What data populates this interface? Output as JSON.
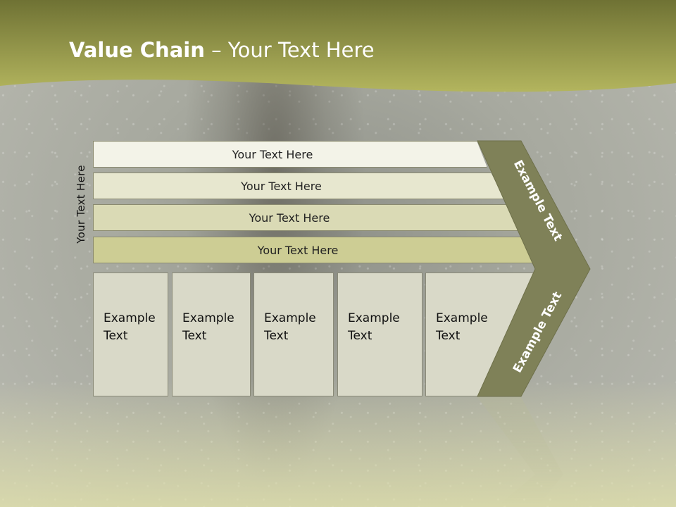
{
  "slide": {
    "title_bold": "Value Chain",
    "title_rest": " – Your Text Here",
    "side_label": "Your Text Here",
    "rows": [
      {
        "label": "Your Text Here",
        "fill": "#f3f3e8"
      },
      {
        "label": "Your Text Here",
        "fill": "#e7e7cf"
      },
      {
        "label": "Your Text Here",
        "fill": "#dadab5"
      },
      {
        "label": "Your Text Here",
        "fill": "#cdcd94"
      }
    ],
    "columns": [
      {
        "line1": "Example",
        "line2": "Text"
      },
      {
        "line1": "Example",
        "line2": "Text"
      },
      {
        "line1": "Example",
        "line2": "Text"
      },
      {
        "line1": "Example",
        "line2": "Text"
      },
      {
        "line1": "Example",
        "line2": "Text"
      }
    ],
    "chevron_upper_label": "Example Text",
    "chevron_lower_label": "Example Text"
  },
  "colors": {
    "header_olive": "#a5a852",
    "chevron_fill": "#7f8158",
    "column_fill": "#d9d9c8"
  }
}
